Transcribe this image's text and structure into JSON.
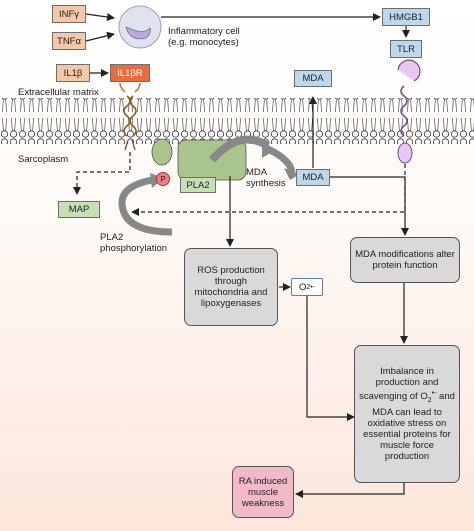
{
  "cytokines": {
    "infy": "INFγ",
    "tnfa": "TNFα",
    "il1b": "IL1β",
    "il1br": "IL1βR"
  },
  "inflammatory_cell": {
    "line1": "Inflammatory cell",
    "line2": "(e.g. monocytes)"
  },
  "hmgb1": "HMGB1",
  "tlr": "TLR",
  "mda_outside": "MDA",
  "mda_inside": "MDA",
  "extracellular_matrix": "Extracellular matrix",
  "sarcoplasm": "Sarcoplasm",
  "phospho_p": "P",
  "pla2": "PLA2",
  "mda_synthesis": {
    "line1": "MDA",
    "line2": "synthesis"
  },
  "map": "MAP",
  "pla2_phosphorylation": {
    "line1": "PLA2",
    "line2": "phosphorylation"
  },
  "ros_box": "ROS production through mitochondria and lipoxygenases",
  "superoxide": {
    "base": "O",
    "sub": "2",
    "sup": "•-"
  },
  "mda_modifications_box": "MDA modifications alter protein function",
  "imbalance_box": {
    "part1": "Imbalance in production and scavenging of O",
    "sub": "2",
    "sup": "•-",
    "part2": " and MDA can lead to oxidative stress on essential proteins for muscle force production"
  },
  "ra_box": "RA induced muscle weakness",
  "colors": {
    "cytokine_box": "#f4c7a8",
    "receptor_box": "#e96b3f",
    "blue_box": "#bdd7ee",
    "green_box": "#c5e0b4",
    "process_box": "#d9d9d9",
    "outcome_box": "#f2b9c9",
    "tlr_purple": "#e8c8f0"
  }
}
